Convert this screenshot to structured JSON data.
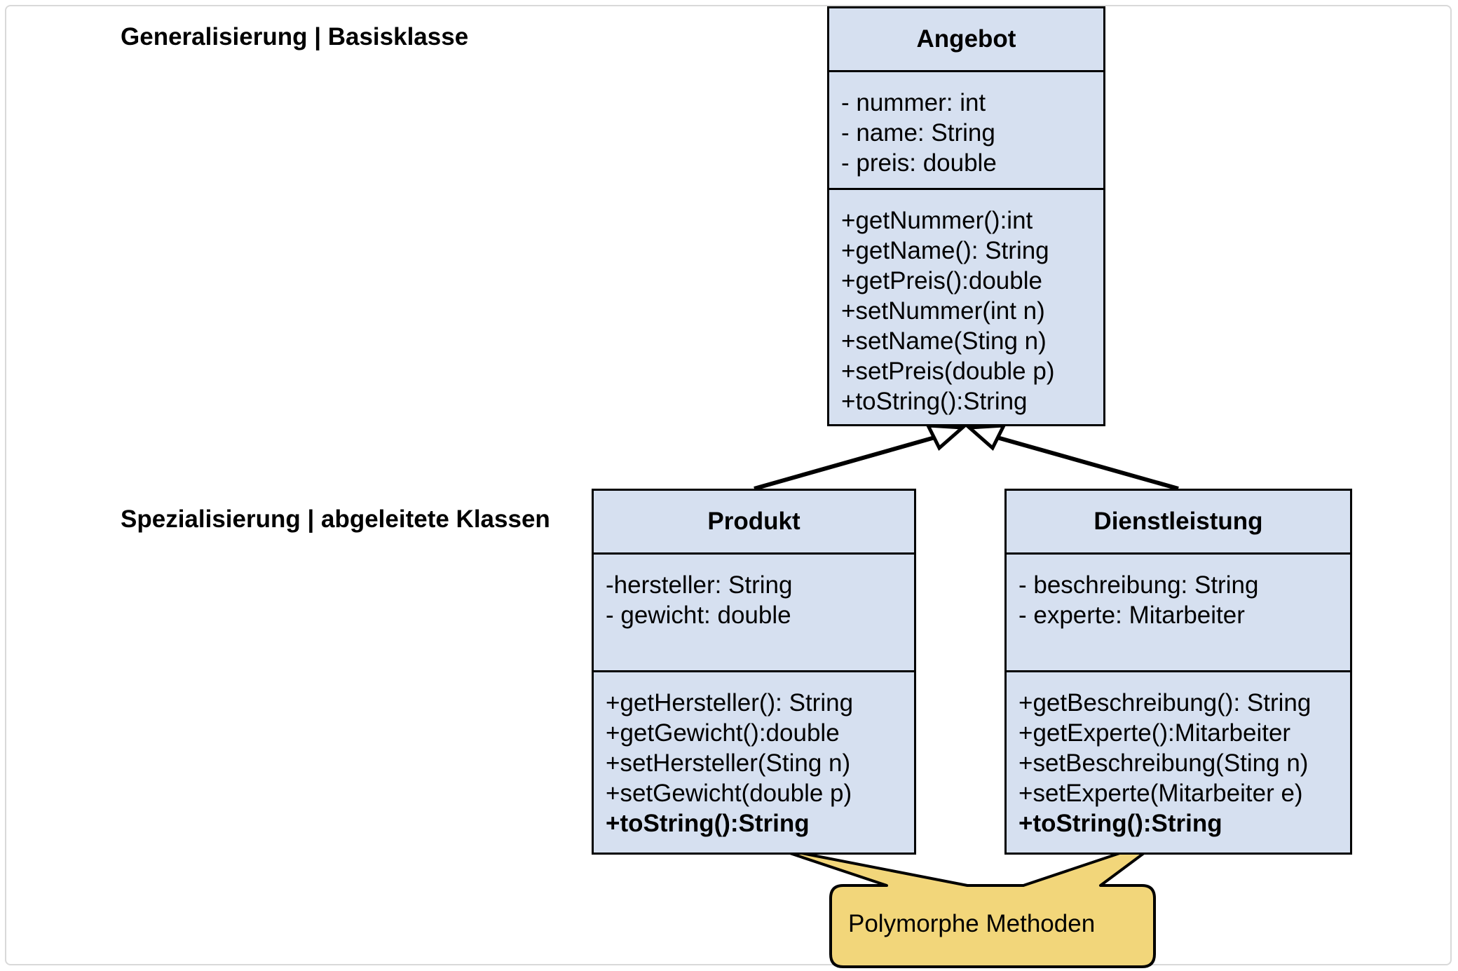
{
  "headings": {
    "generalization": "Generalisierung | Basisklasse",
    "specialization": "Spezialisierung | abgeleitete Klassen"
  },
  "classes": {
    "angebot": {
      "name": "Angebot",
      "attributes": [
        "- nummer: int",
        "- name: String",
        "- preis: double"
      ],
      "methods": [
        "+getNummer():int",
        "+getName(): String",
        "+getPreis():double",
        "+setNummer(int n)",
        "+setName(Sting n)",
        "+setPreis(double p)",
        "+toString():String"
      ]
    },
    "produkt": {
      "name": "Produkt",
      "attributes": [
        "-hersteller: String",
        "- gewicht: double"
      ],
      "methods": [
        "+getHersteller(): String",
        "+getGewicht():double",
        "+setHersteller(Sting n)",
        "+setGewicht(double p)",
        "+toString():String"
      ]
    },
    "dienstleistung": {
      "name": "Dienstleistung",
      "attributes": [
        "- beschreibung: String",
        "- experte: Mitarbeiter"
      ],
      "methods": [
        "+getBeschreibung(): String",
        "+getExperte():Mitarbeiter",
        "+setBeschreibung(Sting n)",
        "+setExperte(Mitarbeiter e)",
        "+toString():String"
      ]
    }
  },
  "callout": {
    "text": "Polymorphe Methoden"
  },
  "colors": {
    "class_fill": "#d6e0f0",
    "callout_fill": "#f2d67a",
    "stroke": "#000000",
    "frame_border": "#d9d9d9"
  }
}
